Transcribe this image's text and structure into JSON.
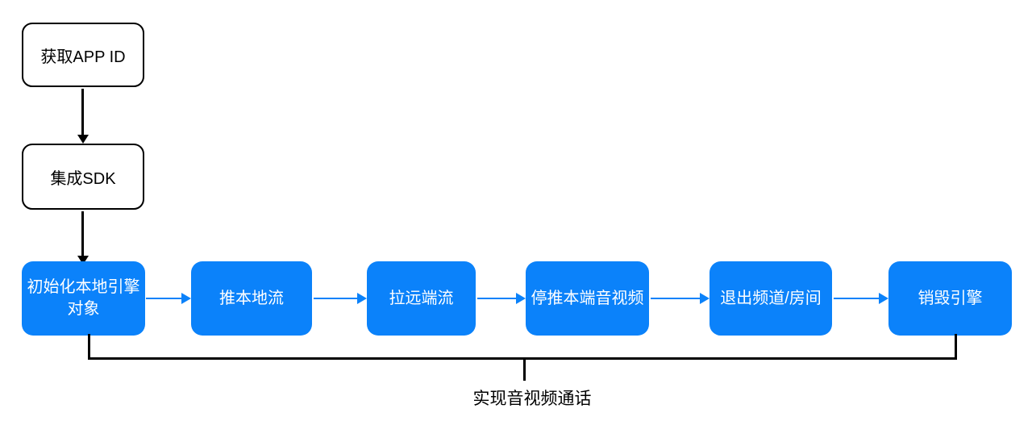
{
  "diagram": {
    "title_hint": "RTC audio/video call implementation flow",
    "colors": {
      "primary_blue": "#0b82fa",
      "line_black": "#000000",
      "white_node_bg": "#ffffff",
      "white_node_text": "#000000",
      "blue_node_text": "#ffffff",
      "background": "#ffffff"
    },
    "setup_nodes": [
      {
        "id": "get-app-id",
        "label": "获取APP ID"
      },
      {
        "id": "integrate-sdk",
        "label": "集成SDK"
      }
    ],
    "flow_nodes": [
      {
        "id": "init-local-engine",
        "label": "初始化本地引擎对象"
      },
      {
        "id": "push-local-stream",
        "label": "推本地流"
      },
      {
        "id": "pull-remote-stream",
        "label": "拉远端流"
      },
      {
        "id": "stop-push-av",
        "label": "停推本端音视频"
      },
      {
        "id": "leave-channel-room",
        "label": "退出频道/房间"
      },
      {
        "id": "destroy-engine",
        "label": "销毁引擎"
      }
    ],
    "bracket_label": "实现音视频通话"
  }
}
